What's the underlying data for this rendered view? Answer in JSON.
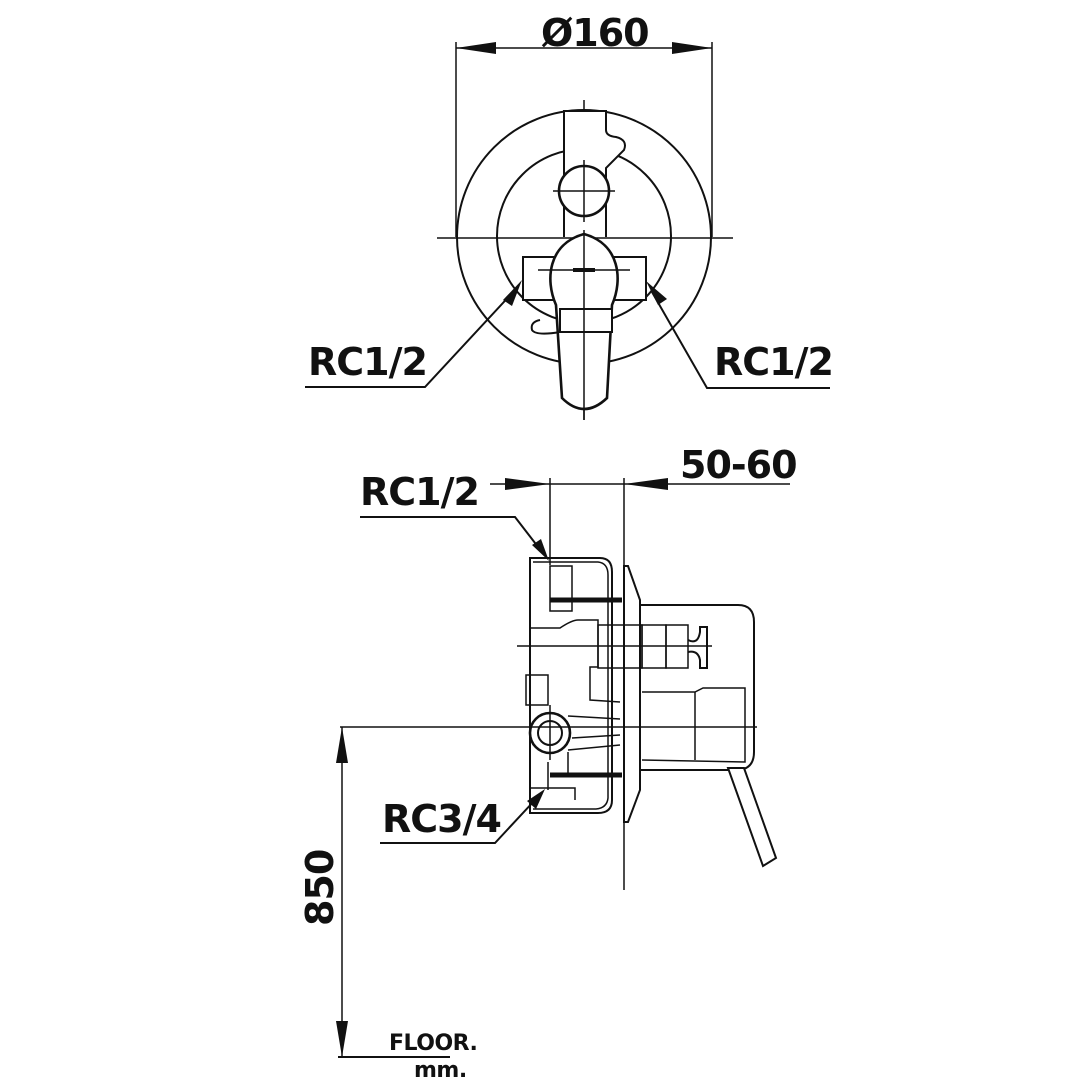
{
  "top_view": {
    "diameter_label": "Ø160",
    "inlet_left_label": "RC1/2",
    "inlet_right_label": "RC1/2"
  },
  "side_view": {
    "inlet_label": "RC1/2",
    "wall_depth_label": "50-60",
    "outlet_label": "RC3/4",
    "height_label": "850",
    "floor_label": "FLOOR.",
    "unit_label": "mm."
  },
  "colors": {
    "line": "#111111",
    "background": "#ffffff"
  }
}
